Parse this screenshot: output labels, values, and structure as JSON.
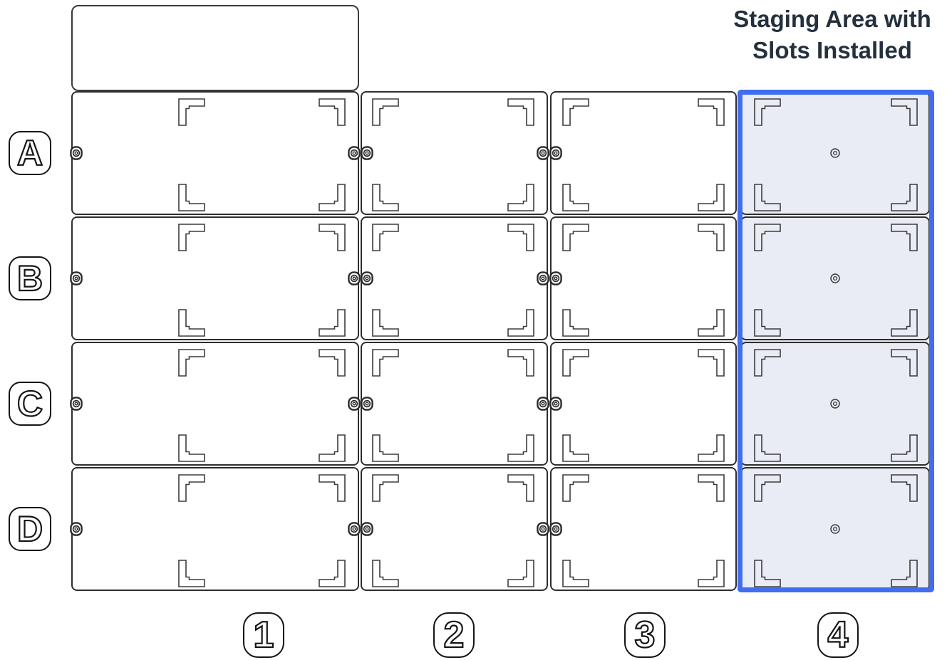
{
  "title": {
    "line1": "Staging Area with",
    "line2": "Slots Installed"
  },
  "grid": {
    "row_labels": [
      "A",
      "B",
      "C",
      "D"
    ],
    "column_labels": [
      "1",
      "2",
      "3",
      "4"
    ],
    "columns": [
      {
        "label": "1",
        "type": "slot",
        "wide": true,
        "fastener_left_edge": true
      },
      {
        "label": "2",
        "type": "slot"
      },
      {
        "label": "3",
        "type": "slot"
      },
      {
        "label": "4",
        "type": "staging",
        "center_mark": true
      }
    ],
    "fastener_pairs_between": [
      "1-2",
      "2-3"
    ],
    "panel_count": 16
  },
  "staging_area": {
    "column": "4",
    "label": "Staging Area with Slots Installed"
  },
  "icons": {
    "bracket": "corner-bracket-icon",
    "grommet": "rivet-grommet-icon",
    "center": "pilot-hole-icon"
  },
  "colors": {
    "staging_border": "#416ef0",
    "staging_fill": "#e9ecf4",
    "panel_line": "#2e2e2e",
    "detail_line": "#3d3d3d",
    "badge_line": "#151515",
    "title_text": "#25303e",
    "background": "#ffffff"
  }
}
